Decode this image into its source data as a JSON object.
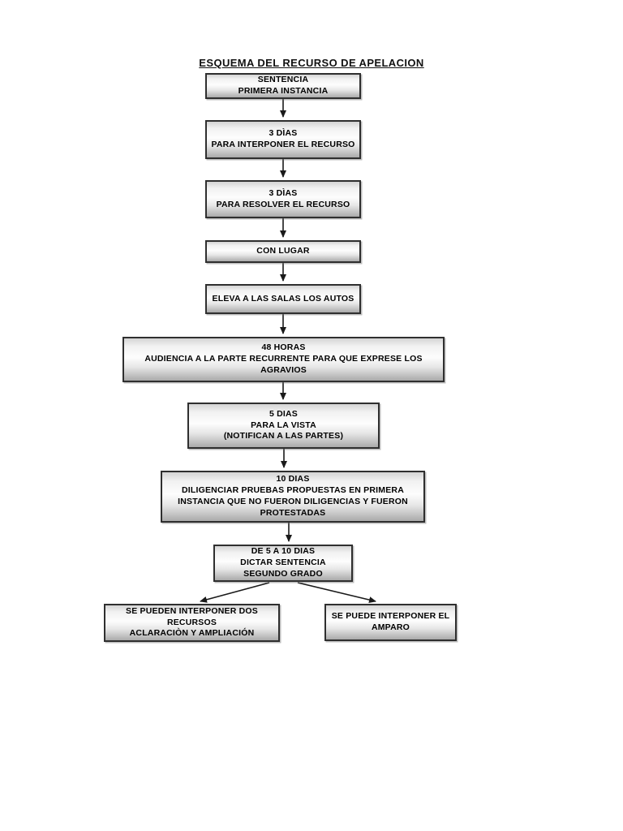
{
  "page": {
    "title": "ESQUEMA DEL RECURSO DE APELACION",
    "background_color": "#ffffff"
  },
  "flowchart": {
    "type": "flowchart",
    "boxes": [
      {
        "id": "sentencia-primera-instancia",
        "lines": [
          "SENTENCIA",
          "PRIMERA INSTANCIA"
        ]
      },
      {
        "id": "plazo-interponer-recurso",
        "lines": [
          "3 DÌAS",
          "PARA INTERPONER EL RECURSO"
        ]
      },
      {
        "id": "plazo-resolver-recurso",
        "lines": [
          "3 DÌAS",
          "PARA RESOLVER EL RECURSO"
        ]
      },
      {
        "id": "con-lugar",
        "lines": [
          "CON LUGAR"
        ]
      },
      {
        "id": "eleva-salas-autos",
        "lines": [
          "ELEVA A LAS SALAS LOS AUTOS"
        ]
      },
      {
        "id": "audiencia-agravios",
        "lines": [
          "48 HORAS",
          "AUDIENCIA A LA PARTE RECURRENTE PARA QUE EXPRESE LOS",
          "AGRAVIOS"
        ]
      },
      {
        "id": "plazo-vista",
        "lines": [
          "5 DIAS",
          "PARA LA VISTA",
          "(NOTIFICAN A LAS PARTES)"
        ]
      },
      {
        "id": "diligenciar-pruebas",
        "lines": [
          "10 DIAS",
          "DILIGENCIAR PRUEBAS PROPUESTAS EN PRIMERA",
          "INSTANCIA QUE NO FUERON DILIGENCIAS Y FUERON",
          "PROTESTADAS"
        ]
      },
      {
        "id": "sentencia-segundo-grado",
        "lines": [
          "DE 5 A 10 DIAS",
          "DICTAR SENTENCIA",
          "SEGUNDO GRADO"
        ]
      },
      {
        "id": "recursos-aclaracion-ampliacion",
        "lines": [
          "SE PUEDEN INTERPONER DOS",
          "RECURSOS",
          "ACLARACIÒN Y AMPLIACIÓN"
        ]
      },
      {
        "id": "amparo",
        "lines": [
          "SE PUEDE INTERPONER EL",
          "AMPARO"
        ]
      }
    ],
    "connections": [
      {
        "from": "sentencia-primera-instancia",
        "to": "plazo-interponer-recurso",
        "style": "arrow-down"
      },
      {
        "from": "plazo-interponer-recurso",
        "to": "plazo-resolver-recurso",
        "style": "arrow-down"
      },
      {
        "from": "plazo-resolver-recurso",
        "to": "con-lugar",
        "style": "arrow-down"
      },
      {
        "from": "con-lugar",
        "to": "eleva-salas-autos",
        "style": "arrow-down"
      },
      {
        "from": "eleva-salas-autos",
        "to": "audiencia-agravios",
        "style": "arrow-down"
      },
      {
        "from": "audiencia-agravios",
        "to": "plazo-vista",
        "style": "arrow-down"
      },
      {
        "from": "plazo-vista",
        "to": "diligenciar-pruebas",
        "style": "arrow-down"
      },
      {
        "from": "diligenciar-pruebas",
        "to": "sentencia-segundo-grado",
        "style": "arrow-down"
      },
      {
        "from": "sentencia-segundo-grado",
        "to": "recursos-aclaracion-ampliacion",
        "style": "arrow-diagonal"
      },
      {
        "from": "sentencia-segundo-grado",
        "to": "amparo",
        "style": "arrow-diagonal"
      }
    ],
    "colors": {
      "box_border": "#2f2f2f",
      "box_fill_top": "#d4d4d4",
      "box_fill_middle": "#fdfdfd",
      "box_fill_bottom": "#aaaaaa",
      "arrow": "#1a1a1a",
      "text": "#000000",
      "page_background": "#ffffff"
    }
  }
}
